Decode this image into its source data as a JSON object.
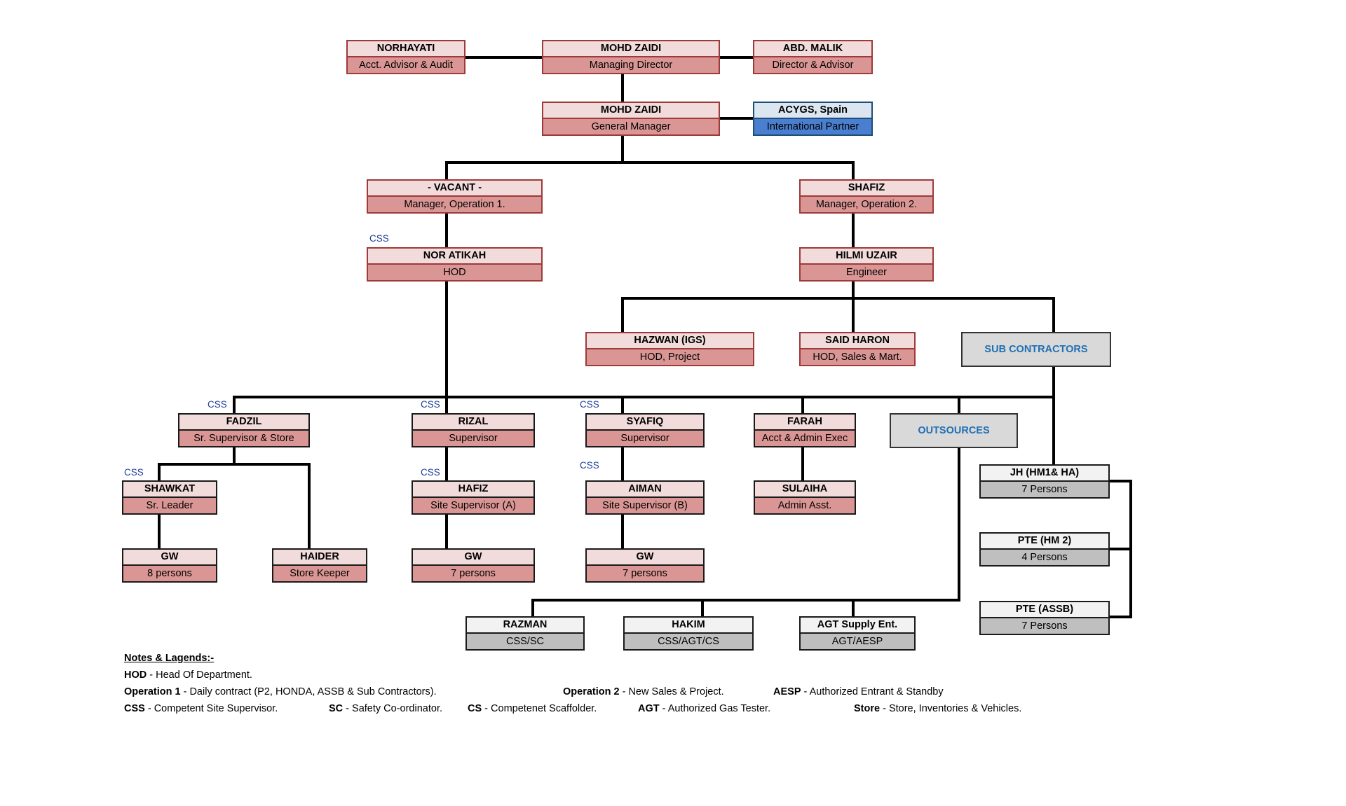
{
  "boxes": {
    "norhayati": {
      "name": "NORHAYATI",
      "role": "Acct. Advisor & Audit"
    },
    "md": {
      "name": "MOHD ZAIDI",
      "role": "Managing Director"
    },
    "abd_malik": {
      "name": "ABD. MALIK",
      "role": "Director & Advisor"
    },
    "gm": {
      "name": "MOHD ZAIDI",
      "role": "General Manager"
    },
    "acygs": {
      "name": "ACYGS, Spain",
      "role": "International Partner"
    },
    "vacant": {
      "name": "- VACANT -",
      "role": "Manager, Operation 1."
    },
    "shafiz": {
      "name": "SHAFIZ",
      "role": "Manager, Operation 2."
    },
    "nor_atikah": {
      "name": "NOR ATIKAH",
      "role": "HOD"
    },
    "hilmi": {
      "name": "HILMI UZAIR",
      "role": "Engineer"
    },
    "hazwan": {
      "name": "HAZWAN (IGS)",
      "role": "HOD, Project"
    },
    "said": {
      "name": "SAID HARON",
      "role": "HOD, Sales & Mart."
    },
    "fadzil": {
      "name": "FADZIL",
      "role": "Sr. Supervisor & Store"
    },
    "rizal": {
      "name": "RIZAL",
      "role": "Supervisor"
    },
    "syafiq": {
      "name": "SYAFIQ",
      "role": "Supervisor"
    },
    "farah": {
      "name": "FARAH",
      "role": "Acct & Admin Exec"
    },
    "shawkat": {
      "name": "SHAWKAT",
      "role": "Sr. Leader"
    },
    "hafiz": {
      "name": "HAFIZ",
      "role": "Site Supervisor (A)"
    },
    "aiman": {
      "name": "AIMAN",
      "role": "Site Supervisor (B)"
    },
    "sulaiha": {
      "name": "SULAIHA",
      "role": "Admin Asst."
    },
    "gw1": {
      "name": "GW",
      "role": "8 persons"
    },
    "haider": {
      "name": "HAIDER",
      "role": "Store Keeper"
    },
    "gw2": {
      "name": "GW",
      "role": "7 persons"
    },
    "gw3": {
      "name": "GW",
      "role": "7 persons"
    },
    "jh": {
      "name": "JH (HM1& HA)",
      "role": "7 Persons"
    },
    "pte_hm2": {
      "name": "PTE (HM 2)",
      "role": "4 Persons"
    },
    "pte_assb": {
      "name": "PTE (ASSB)",
      "role": "7 Persons"
    },
    "razman": {
      "name": "RAZMAN",
      "role": "CSS/SC"
    },
    "hakim": {
      "name": "HAKIM",
      "role": "CSS/AGT/CS"
    },
    "agt": {
      "name": "AGT Supply Ent.",
      "role": "AGT/AESP"
    }
  },
  "sub_contractors": "SUB CONTRACTORS",
  "outsources": "OUTSOURCES",
  "css_tag": "CSS",
  "notes": {
    "title": "Notes & Lagends:-",
    "hod_key": "HOD",
    "hod_text": " - Head Of Department.",
    "op1_key": "Operation 1",
    "op1_text": " - Daily contract (P2, HONDA, ASSB & Sub Contractors).",
    "op2_key": "Operation 2",
    "op2_text": " - New Sales & Project.",
    "aesp_key": "AESP",
    "aesp_text": " - Authorized Entrant & Standby",
    "css_key": "CSS",
    "css_text": " - Competent Site Supervisor.",
    "sc_key": "SC",
    "sc_text": " - Safety Co-ordinator.",
    "cs_key": "CS",
    "cs_text": " - Competenet Scaffolder.",
    "agt_key": "AGT",
    "agt_text": " - Authorized Gas Tester.",
    "store_key": "Store",
    "store_text": " - Store, Inventories & Vehicles."
  }
}
